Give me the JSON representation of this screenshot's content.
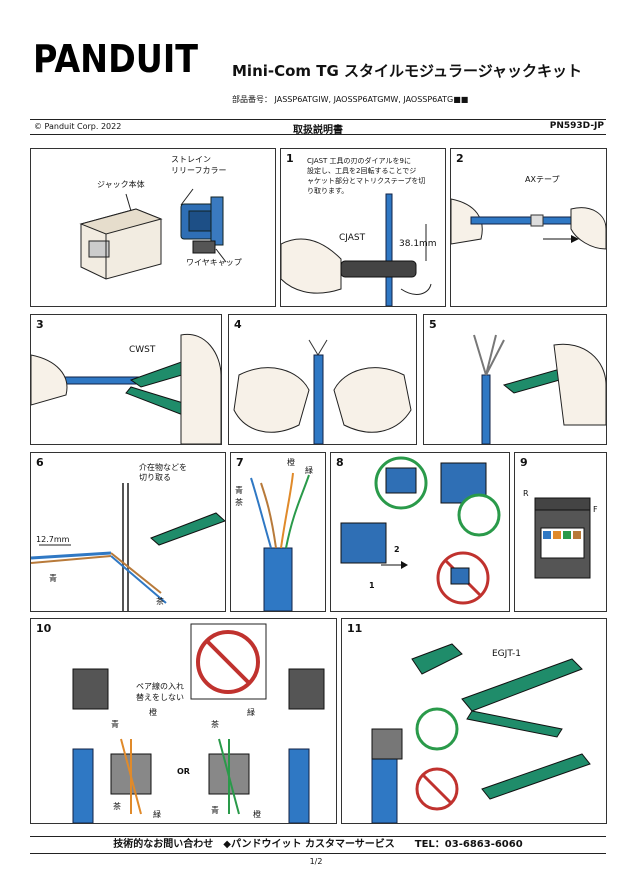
{
  "header": {
    "brand": "PANDUIT",
    "title": "Mini-Com TG スタイルモジュラージャックキット",
    "part_numbers": "部品番号： JASSP6ATGIW, JAOSSP6ATGMW, JAOSSP6ATG■■",
    "copyright": "© Panduit Corp. 2022",
    "doc_title": "取扱説明書",
    "doc_number": "PN593D-JP"
  },
  "panels": {
    "overview": {
      "jack_body": "ジャック本体",
      "strain_relief": "ストレイン\nリリーフカラー",
      "wire_cap": "ワイヤキャップ"
    },
    "step1": {
      "num": "1",
      "text": "CJAST 工具の刃のダイアルを9に\n設定し、工具を2回転することでジ\nャケット部分とマトリクステープを切\nり取ります。",
      "tool": "CJAST",
      "dim": "38.1mm"
    },
    "step2": {
      "num": "2",
      "tape": "AXテープ"
    },
    "step3": {
      "num": "3",
      "tool": "CWST"
    },
    "step4": {
      "num": "4"
    },
    "step5": {
      "num": "5"
    },
    "step6": {
      "num": "6",
      "note": "介在物などを\n切り取る",
      "dim": "12.7mm",
      "blue": "青",
      "brown": "茶"
    },
    "step7": {
      "num": "7",
      "orange": "橙",
      "green": "緑",
      "blue": "青",
      "brown": "茶"
    },
    "step8": {
      "num": "8",
      "n1": "1",
      "n2": "2"
    },
    "step9": {
      "num": "9",
      "r": "R",
      "f": "F"
    },
    "step10": {
      "num": "10",
      "note": "ペア線の入れ\n替えをしない",
      "orange": "橙",
      "blue": "青",
      "brown": "茶",
      "green": "緑",
      "or": "OR"
    },
    "step11": {
      "num": "11",
      "tool": "EGJT-1"
    }
  },
  "footer": {
    "text": "技術的なお問い合わせ　◆パンドウイット カスタマーサービス　　TEL：03-6863-6060"
  },
  "page": "1/2"
}
